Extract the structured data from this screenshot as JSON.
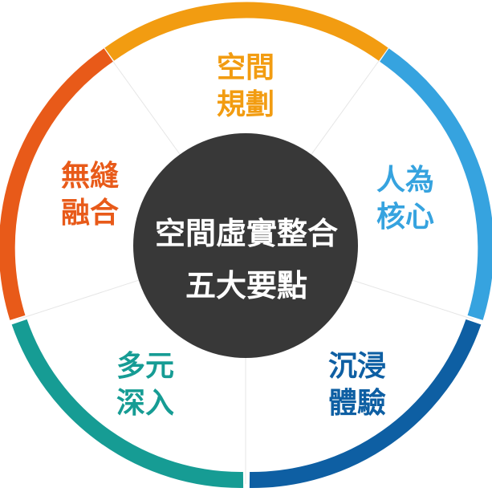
{
  "diagram": {
    "center": {
      "line1": "空間虛實整合",
      "line2": "五大要點",
      "fill": "#383838",
      "text_color": "#ffffff"
    },
    "segments": [
      {
        "id": "spatial-planning",
        "line1": "空間",
        "line2": "規劃",
        "color": "#F29C11"
      },
      {
        "id": "human-centered",
        "line1": "人為",
        "line2": "核心",
        "color": "#36A3DF"
      },
      {
        "id": "immersive-experience",
        "line1": "沉浸",
        "line2": "體驗",
        "color": "#0E5FA3"
      },
      {
        "id": "diverse-inclusion",
        "line1": "多元",
        "line2": "深入",
        "color": "#169C94"
      },
      {
        "id": "seamless-fusion",
        "line1": "無縫",
        "line2": "融合",
        "color": "#E85A19"
      }
    ]
  }
}
